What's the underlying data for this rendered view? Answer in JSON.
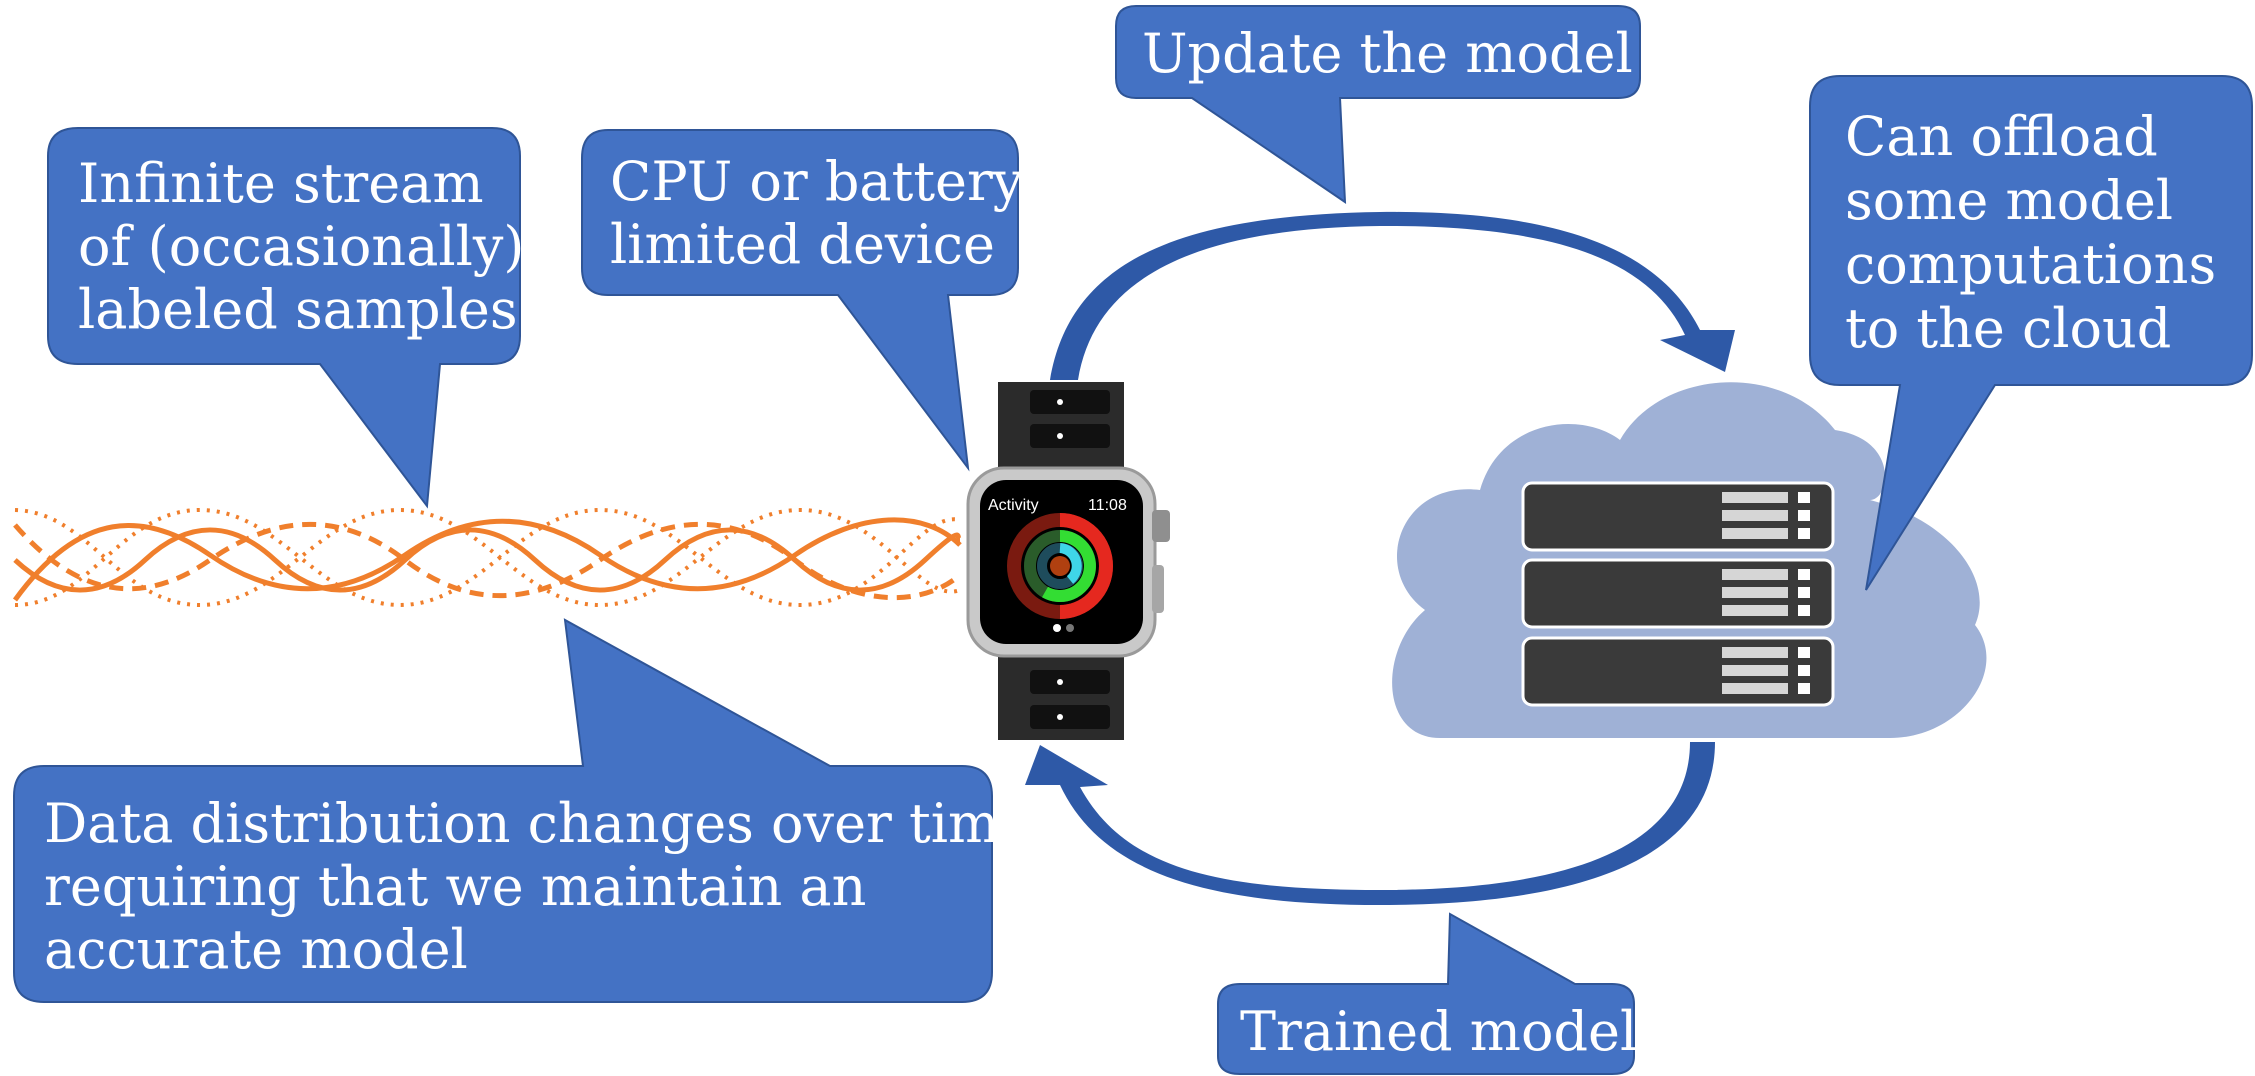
{
  "callouts": {
    "stream": {
      "lines": [
        "Infinite stream",
        "of (occasionally)",
        "labeled samples"
      ]
    },
    "device": {
      "lines": [
        "CPU or battery",
        "limited device"
      ]
    },
    "update": {
      "lines": [
        "Update the model"
      ]
    },
    "cloud": {
      "lines": [
        "Can offload",
        "some model",
        "computations",
        "to the cloud"
      ]
    },
    "drift": {
      "lines": [
        "Data distribution changes over time,",
        "requiring that we maintain an",
        "accurate model"
      ]
    },
    "trained": {
      "lines": [
        "Trained model"
      ]
    }
  },
  "watch": {
    "app_label": "Activity",
    "time": "11:08"
  },
  "colors": {
    "callout_fill": "#4472c4",
    "callout_stroke": "#2f5597",
    "wave": "#f07f2c",
    "arrow": "#2e59a7",
    "cloud": "#9fb1d6",
    "server": "#3a3a3a"
  },
  "icons": {
    "data_stream": "sine-waves-icon",
    "device": "smartwatch-icon",
    "cloud": "cloud-server-icon"
  }
}
